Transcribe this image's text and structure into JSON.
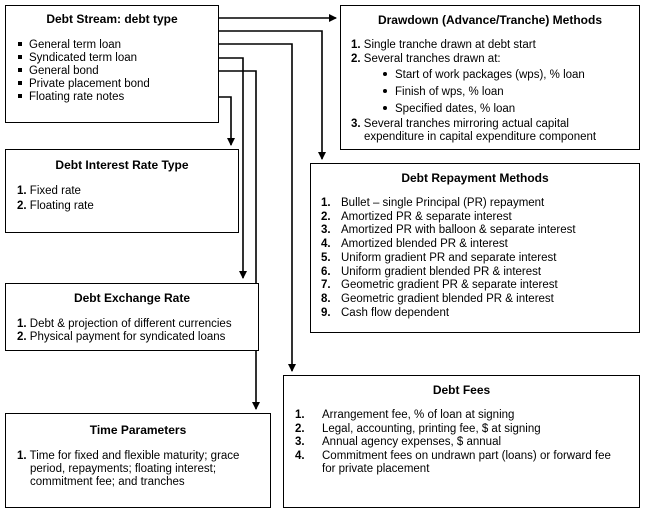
{
  "debt_stream": {
    "title": "Debt Stream: debt type",
    "items": [
      "General term loan",
      "Syndicated term loan",
      "General bond",
      "Private placement bond",
      "Floating rate notes"
    ]
  },
  "interest_rate": {
    "title": "Debt Interest Rate Type",
    "items": [
      {
        "num": "1.",
        "text": "Fixed rate"
      },
      {
        "num": "2.",
        "text": "Floating rate"
      }
    ]
  },
  "exchange_rate": {
    "title": "Debt Exchange Rate",
    "items": [
      {
        "num": "1.",
        "text": "Debt & projection of different currencies"
      },
      {
        "num": "2.",
        "text": "Physical payment for syndicated loans"
      }
    ]
  },
  "time_params": {
    "title": "Time Parameters",
    "items": [
      {
        "num": "1.",
        "lines": [
          "Time for fixed and flexible maturity; grace",
          "period, repayments; floating interest;",
          "commitment fee; and tranches"
        ]
      }
    ]
  },
  "drawdown": {
    "title": "Drawdown (Advance/Tranche) Methods",
    "item1": {
      "num": "1.",
      "text": "Single tranche drawn at debt start"
    },
    "item2": {
      "num": "2.",
      "text": "Several tranches drawn at:"
    },
    "sub": [
      "Start of work packages (wps), % loan",
      "Finish of wps, % loan",
      "Specified dates, % loan"
    ],
    "item3": {
      "num": "3.",
      "lines": [
        "Several tranches mirroring actual capital",
        "expenditure in capital expenditure component"
      ]
    }
  },
  "repayment": {
    "title": "Debt Repayment Methods",
    "items": [
      {
        "num": "1.",
        "text": "Bullet – single Principal (PR) repayment"
      },
      {
        "num": "2.",
        "text": "Amortized PR & separate interest"
      },
      {
        "num": "3.",
        "text": "Amortized PR with balloon & separate interest"
      },
      {
        "num": "4.",
        "text": "Amortized blended PR & interest"
      },
      {
        "num": "5.",
        "text": "Uniform gradient PR and separate interest"
      },
      {
        "num": "6.",
        "text": "Uniform gradient blended PR & interest"
      },
      {
        "num": "7.",
        "text": "Geometric gradient PR & separate interest"
      },
      {
        "num": "8.",
        "text": "Geometric gradient blended PR & interest"
      },
      {
        "num": "9.",
        "text": "Cash flow dependent"
      }
    ]
  },
  "fees": {
    "title": "Debt Fees",
    "items": [
      {
        "num": "1.",
        "lines": [
          "Arrangement fee, % of loan at signing"
        ]
      },
      {
        "num": "2.",
        "lines": [
          "Legal, accounting, printing fee, $ at signing"
        ]
      },
      {
        "num": "3.",
        "lines": [
          "Annual agency expenses, $ annual"
        ]
      },
      {
        "num": "4.",
        "lines": [
          "Commitment fees on undrawn part (loans) or forward fee",
          "for private placement"
        ]
      }
    ]
  }
}
